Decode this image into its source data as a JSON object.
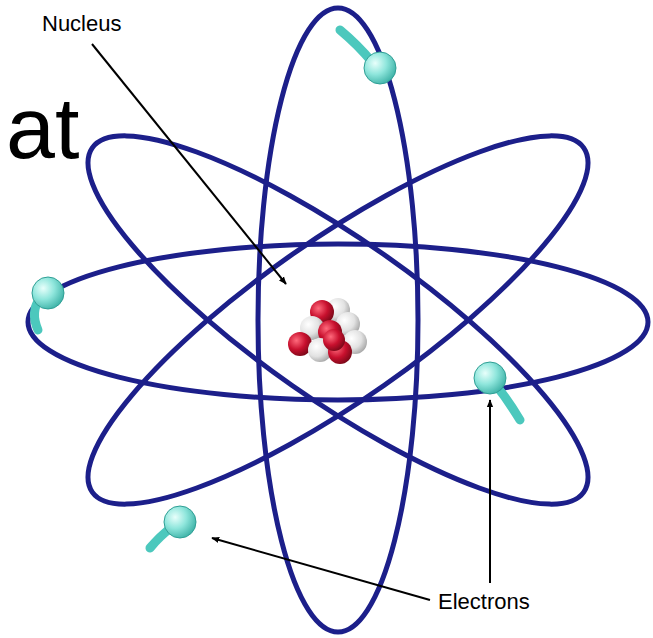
{
  "diagram": {
    "labels": [
      "at",
      "Nucleus",
      "Electrons"
    ]
  }
}
